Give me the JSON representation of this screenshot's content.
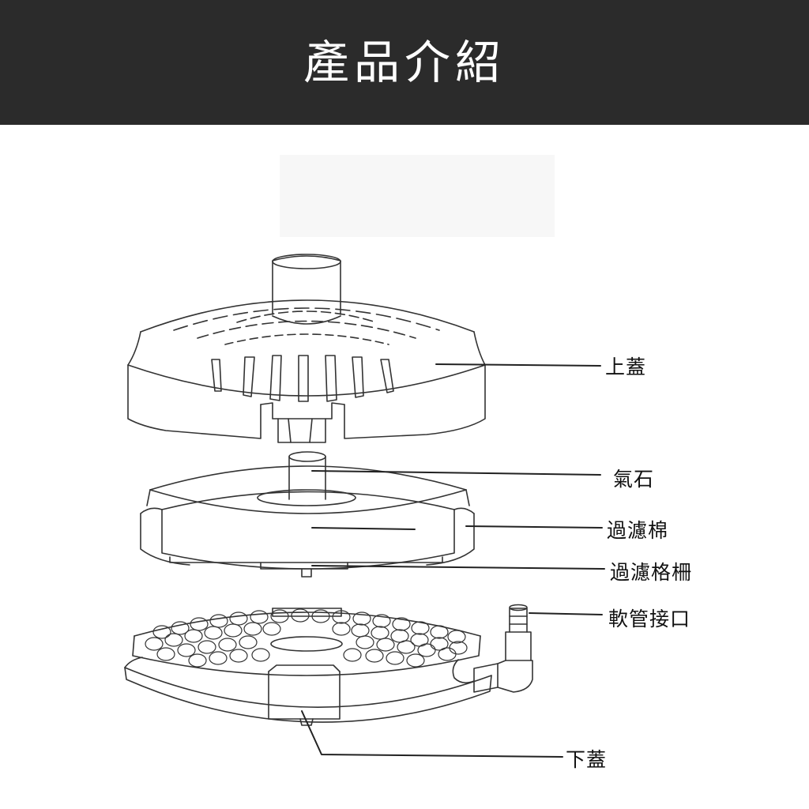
{
  "header": {
    "title": "產品介紹"
  },
  "callouts": {
    "upper_lid": "上蓋",
    "air_stone": "氣石",
    "filter_sponge": "過濾棉",
    "filter_grid": "過濾格柵",
    "hose_connector": "軟管接口",
    "lower_lid": "下蓋"
  },
  "colors": {
    "header_bg": "#2b2b2b",
    "header_text": "#ffffff",
    "line": "#333333"
  }
}
